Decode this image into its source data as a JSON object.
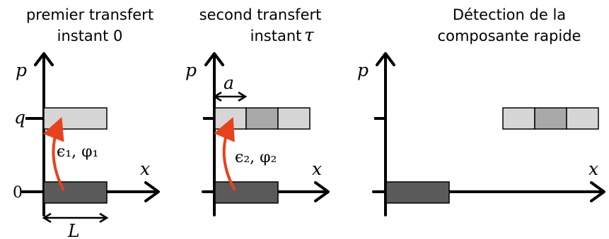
{
  "panels": [
    {
      "title_line1": "premier transfert",
      "title_line2": "instant 0"
    },
    {
      "title_line1": "second transfert",
      "title_line2": "instant",
      "title_symbol": "τ"
    },
    {
      "title_line1": "Détection de la",
      "title_line2": "composante rapide"
    }
  ],
  "labels": {
    "p": "p",
    "x": "x",
    "q": "q",
    "zero": "0",
    "L": "L",
    "a": "a",
    "transfer1": "ϵ₁, φ₁",
    "transfer2": "ϵ₂, φ₂"
  },
  "colors": {
    "dark_box": "#5a5a5a",
    "medium_box": "#a9a9a9",
    "light_box": "#d6d6d6",
    "arrow": "#e8411c"
  },
  "icons": {
    "transfer_arrow": "curved-red-arrow",
    "length_marker": "double-headed-arrow"
  }
}
